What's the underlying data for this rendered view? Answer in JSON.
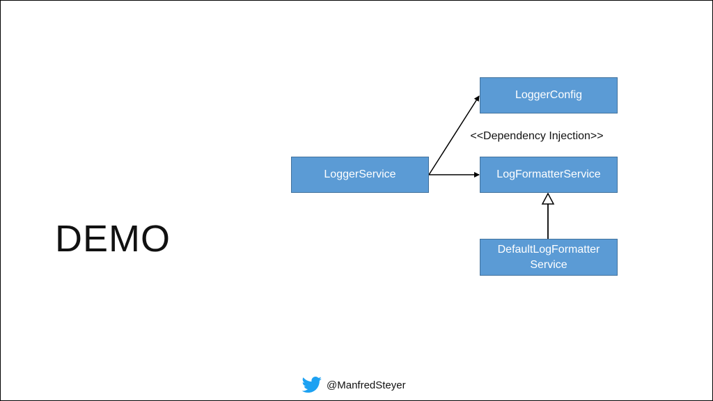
{
  "slide": {
    "title": "DEMO",
    "footer_handle": "@ManfredSteyer",
    "footer_icon": "twitter-bird-icon"
  },
  "diagram": {
    "nodes": {
      "logger_service": "LoggerService",
      "logger_config": "LoggerConfig",
      "log_formatter_service": "LogFormatterService",
      "default_log_formatter_service": "DefaultLogFormatter Service"
    },
    "edge_label": "<<Dependency Injection>>",
    "edges": [
      {
        "from": "LoggerService",
        "to": "LoggerConfig",
        "kind": "dependency"
      },
      {
        "from": "LoggerService",
        "to": "LogFormatterService",
        "kind": "dependency"
      },
      {
        "from": "DefaultLogFormatter Service",
        "to": "LogFormatterService",
        "kind": "inheritance"
      }
    ]
  },
  "colors": {
    "node_fill": "#5b9bd5",
    "node_border": "#41719c",
    "node_text": "#ffffff",
    "twitter_blue": "#1da1f2"
  }
}
